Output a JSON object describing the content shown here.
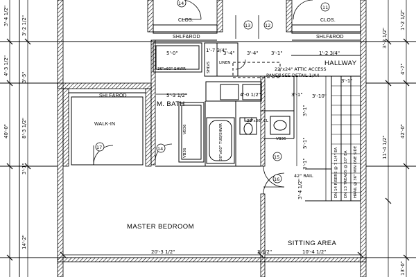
{
  "rooms": {
    "master_bedroom": "MASTER BEDROOM",
    "sitting_area": "SITTING AREA",
    "hallway": "HALLWAY",
    "m_bath": "M. BATH",
    "walk_in": "WALK-IN",
    "clos_left": "CLOS.",
    "clos_right": "CLOS.",
    "linen": "LINEN"
  },
  "shelves": {
    "top_left": "SHLF&ROD",
    "top_right": "SHLF&ROD",
    "walk_in": "SHLF&ROD",
    "shlvs": "SHLVS"
  },
  "notes": {
    "attic_line1": "22\"x24\" ATTIC ACCESS",
    "attic_line2": "PANEL SEE DETAIL 1/A4",
    "rail": "42\" RAIL",
    "shower": "36\"x60\" SHWR",
    "tub": "30\"x60\" TUB/SHWR",
    "wc": "36\"x36\" CL",
    "sink": "VB36"
  },
  "vanities": [
    "VB36",
    "VB36"
  ],
  "stair_notes": [
    "DN 14 RISERS @ 7 1/4\" EA",
    "DN 13 TREADS @ 10\" EA",
    "HRAIL @ 36\" MIN ONE SIDE"
  ],
  "doors": [
    "14",
    "13",
    "12",
    "11",
    "17",
    "14",
    "15",
    "16"
  ],
  "dims_top": [
    "5'-0\"",
    "1'-7 3/4\"",
    "3'-4\"",
    "3'-4\"",
    "3'-1\"",
    "1'-2 3/4\"",
    "5'-3 1/2\"",
    "4'-0 1/2\"",
    "3'-1\"",
    "3'-10\"",
    "3'-1\""
  ],
  "dims_left": [
    "3'-4 1/2\"",
    "3'-2 1/2\"",
    "3'-1\"",
    "4'-3 1/2\"",
    "40'-0\"",
    "8'-3 1/2\"",
    "3'-5\"",
    "14'-2\""
  ],
  "dims_right": [
    "1'-2 1/2\"",
    "3'-2 1/2\"",
    "4'-7\"",
    "42'-0\"",
    "11'-4 1/2\"",
    "13'-0\""
  ],
  "dims_mid": [
    "3'-1\"",
    "5'-1\"",
    "3'-1\"",
    "3'-4 1/2\""
  ],
  "dims_bottom": [
    "20'-3 1/2\"",
    "3 1/2\"",
    "10'-4 1/2\""
  ]
}
